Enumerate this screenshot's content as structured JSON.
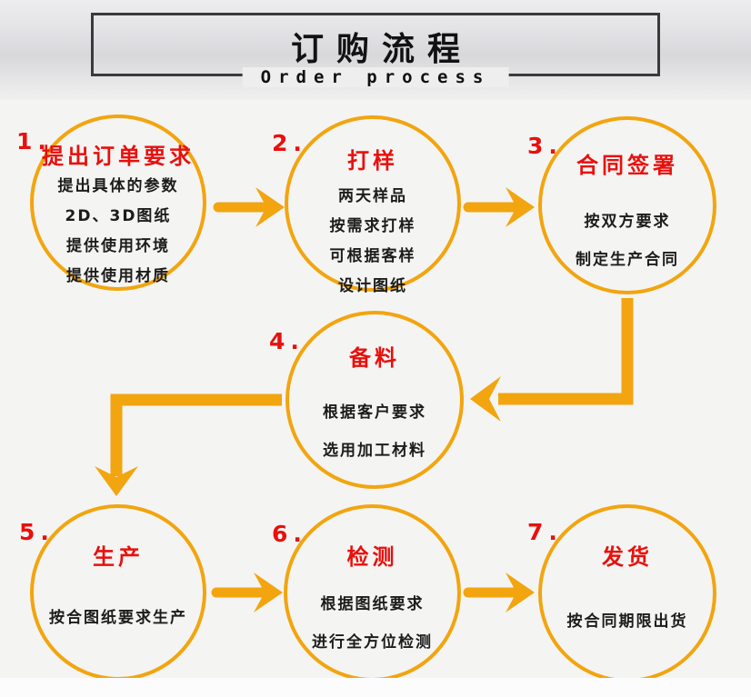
{
  "header": {
    "title": "订购流程",
    "subtitle": "Order process"
  },
  "steps": [
    {
      "number": "1.",
      "title": "提出订单要求",
      "lines": [
        "提出具体的参数",
        "2D、3D图纸",
        "提供使用环境",
        "提供使用材质"
      ]
    },
    {
      "number": "2.",
      "title": "打样",
      "lines": [
        "两天样品",
        "按需求打样",
        "可根据客样",
        "设计图纸"
      ]
    },
    {
      "number": "3.",
      "title": "合同签署",
      "lines": [
        "按双方要求",
        "制定生产合同"
      ]
    },
    {
      "number": "4.",
      "title": "备料",
      "lines": [
        "根据客户要求",
        "选用加工材料"
      ]
    },
    {
      "number": "5.",
      "title": "生产",
      "lines": [
        "按合图纸要求生产"
      ]
    },
    {
      "number": "6.",
      "title": "检测",
      "lines": [
        "根据图纸要求",
        "进行全方位检测"
      ]
    },
    {
      "number": "7.",
      "title": "发货",
      "lines": [
        "按合同期限出货"
      ]
    }
  ],
  "colors": {
    "accent_orange": "#F2A50F",
    "step_red": "#E8100C",
    "text_dark": "#1C1C1C",
    "box_border_dark": "#3A3A3C",
    "header_band_gray": "#D8D8DB",
    "page_background": "#F4F4F3"
  }
}
